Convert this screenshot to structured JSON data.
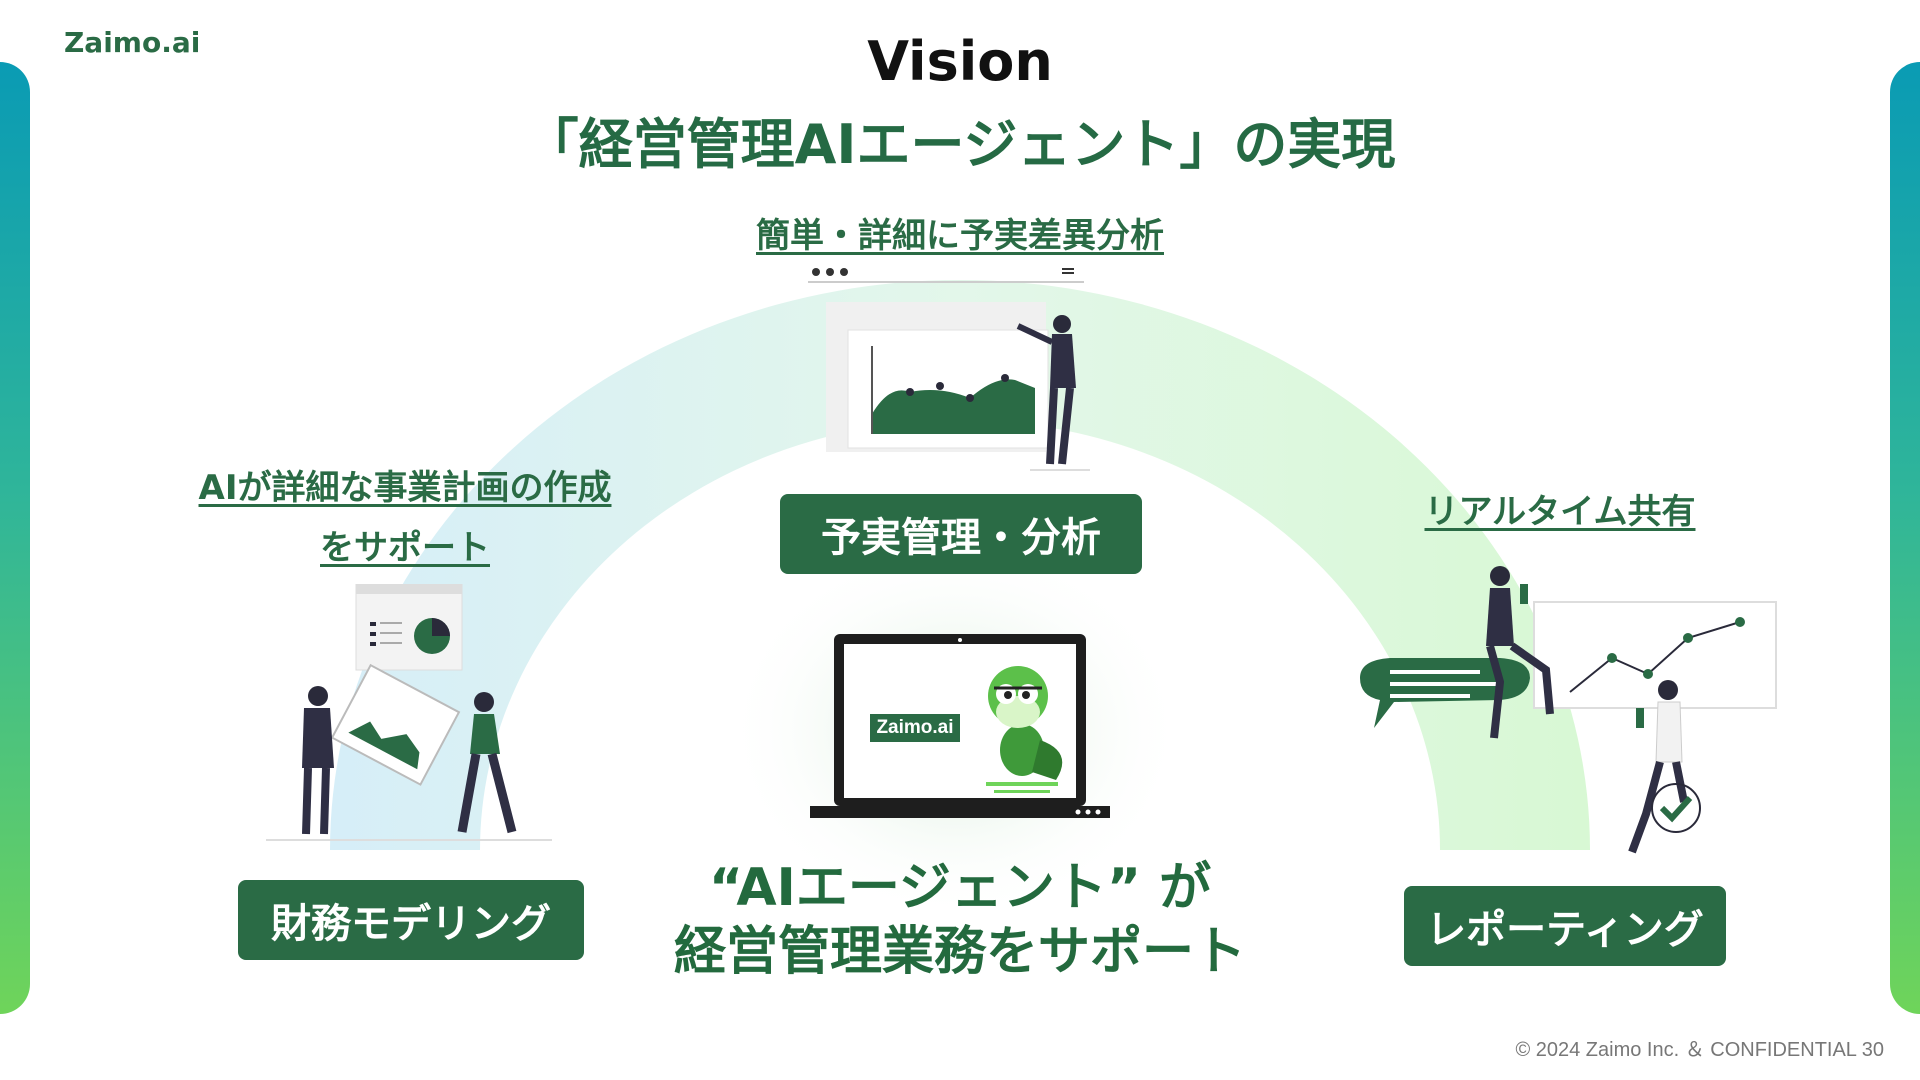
{
  "header": {
    "logo": "Zaimo.ai",
    "title_en": "Vision",
    "title_ja": "「経営管理AIエージェント」の実現"
  },
  "features": {
    "top": {
      "caption": "簡単・詳細に予実差異分析",
      "badge": "予実管理・分析"
    },
    "left": {
      "caption_line1": "AIが詳細な事業計画の作成",
      "caption_line2": "をサポート",
      "badge": "財務モデリング"
    },
    "right": {
      "caption": "リアルタイム共有",
      "badge": "レポーティング"
    }
  },
  "center": {
    "laptop_logo": "Zaimo.ai",
    "line1": "“AIエージェント” が",
    "line2": "経営管理業務をサポート"
  },
  "footer": {
    "text": "©  2024 Zaimo Inc. ＆ CONFIDENTIAL  30"
  },
  "colors": {
    "brand_green": "#2a6b45",
    "arc_teal": "#0a9bb4",
    "arc_green": "#6fd45a"
  },
  "icons": [
    "mascot-bird-icon",
    "pie-chart-icon",
    "area-chart-icon",
    "line-chart-icon",
    "chat-bubble-icon",
    "checkmark-icon"
  ]
}
